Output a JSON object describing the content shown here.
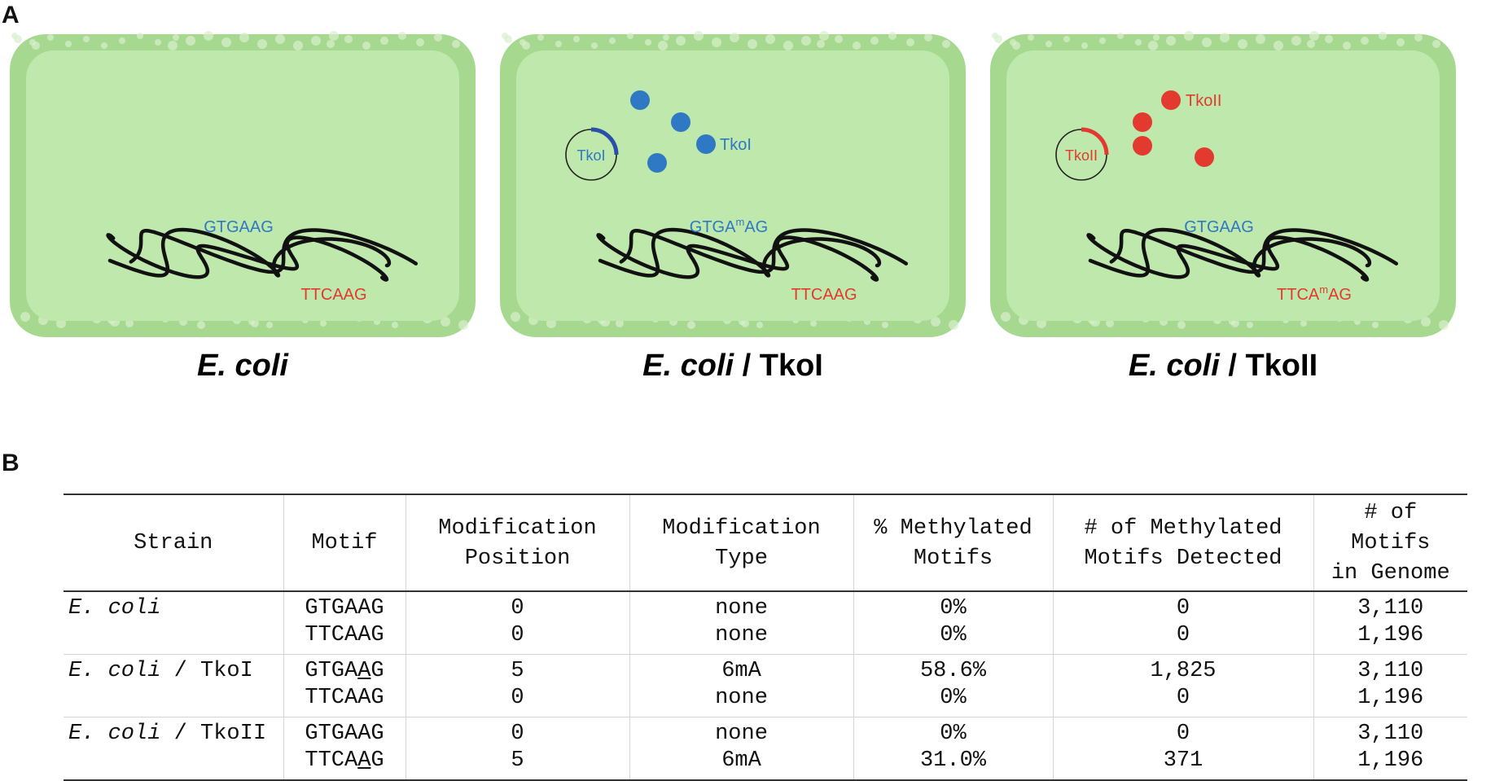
{
  "panelA": {
    "letter": "A",
    "cells": [
      {
        "caption_italic": "E. coli",
        "caption_suffix": "",
        "motif_top": "GTGAAG",
        "motif_top_superscript": "",
        "motif_top_after": "",
        "motif_bottom": "TTCAAG",
        "motif_bottom_superscript": "",
        "motif_bottom_after": "",
        "plasmid_label": "",
        "protein_label": ""
      },
      {
        "caption_italic": "E. coli",
        "caption_suffix": " / TkoI",
        "motif_top": "GTGA",
        "motif_top_superscript": "m",
        "motif_top_after": "AG",
        "motif_bottom": "TTCAAG",
        "motif_bottom_superscript": "",
        "motif_bottom_after": "",
        "plasmid_label": "TkoI",
        "protein_label": "TkoI"
      },
      {
        "caption_italic": "E. coli",
        "caption_suffix": " / TkoII",
        "motif_top": "GTGAAG",
        "motif_top_superscript": "",
        "motif_top_after": "",
        "motif_bottom": "TTCA",
        "motif_bottom_superscript": "m",
        "motif_bottom_after": "AG",
        "plasmid_label": "TkoII",
        "protein_label": "TkoII"
      }
    ],
    "colors": {
      "cell_fill": "#bfe8ac",
      "cell_border": "#a6d98f",
      "blue": "#2f78c4",
      "red": "#e23a2e",
      "dna": "#111111"
    }
  },
  "panelB": {
    "letter": "B",
    "headers": [
      [
        "Strain"
      ],
      [
        "Motif"
      ],
      [
        "Modification",
        "Position"
      ],
      [
        "Modification",
        "Type"
      ],
      [
        "% Methylated",
        "Motifs"
      ],
      [
        "# of Methylated",
        "Motifs Detected"
      ],
      [
        "# of Motifs",
        "in Genome"
      ]
    ],
    "groups": [
      {
        "strain_italic": "E. coli",
        "strain_suffix": "",
        "rows": [
          {
            "motif": "GTGAAG",
            "u_index": -1,
            "position": "0",
            "type": "none",
            "percent": "0%",
            "detected": "0",
            "genome": "3,110"
          },
          {
            "motif": "TTCAAG",
            "u_index": -1,
            "position": "0",
            "type": "none",
            "percent": "0%",
            "detected": "0",
            "genome": "1,196"
          }
        ]
      },
      {
        "strain_italic": "E. coli",
        "strain_suffix": " / TkoI",
        "rows": [
          {
            "motif": "GTGAAG",
            "u_index": 4,
            "position": "5",
            "type": "6mA",
            "percent": "58.6%",
            "detected": "1,825",
            "genome": "3,110"
          },
          {
            "motif": "TTCAAG",
            "u_index": -1,
            "position": "0",
            "type": "none",
            "percent": "0%",
            "detected": "0",
            "genome": "1,196"
          }
        ]
      },
      {
        "strain_italic": "E. coli",
        "strain_suffix": " / TkoII",
        "rows": [
          {
            "motif": "GTGAAG",
            "u_index": -1,
            "position": "0",
            "type": "none",
            "percent": "0%",
            "detected": "0",
            "genome": "3,110"
          },
          {
            "motif": "TTCAAG",
            "u_index": 4,
            "position": "5",
            "type": "6mA",
            "percent": "31.0%",
            "detected": "371",
            "genome": "1,196"
          }
        ]
      }
    ]
  }
}
